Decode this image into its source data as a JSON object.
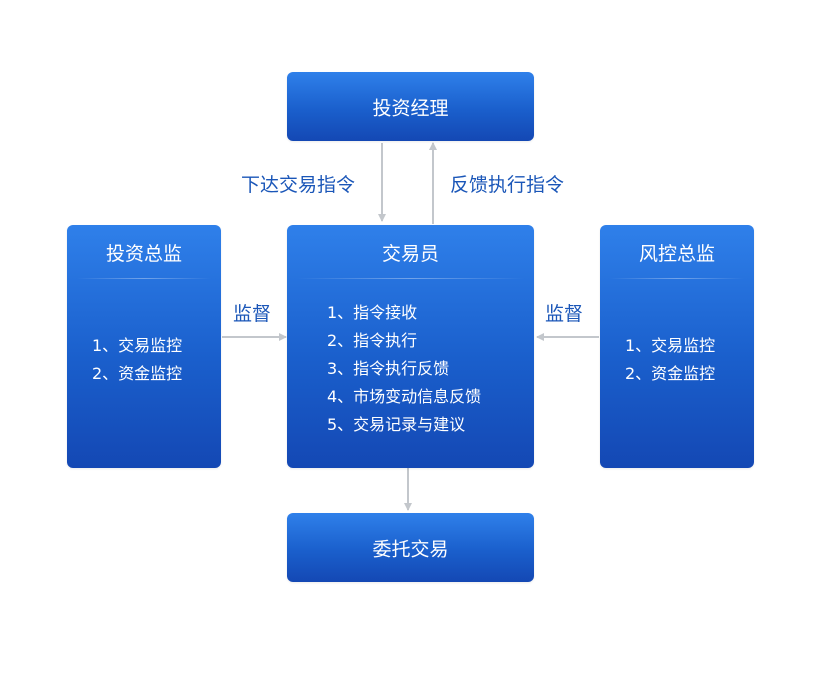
{
  "nodes": {
    "manager": {
      "title": "投资经理"
    },
    "trader": {
      "title": "交易员",
      "items": [
        "1、指令接收",
        "2、指令执行",
        "3、指令执行反馈",
        "4、市场变动信息反馈",
        "5、交易记录与建议"
      ]
    },
    "inv_supervisor": {
      "title": "投资总监",
      "items": [
        "1、交易监控",
        "2、资金监控"
      ]
    },
    "risk_supervisor": {
      "title": "风控总监",
      "items": [
        "1、交易监控",
        "2、资金监控"
      ]
    },
    "entrust": {
      "title": "委托交易"
    }
  },
  "edges": {
    "issue_order": "下达交易指令",
    "feedback": "反馈执行指令",
    "supervise_left": "监督",
    "supervise_right": "监督"
  },
  "colors": {
    "box_top": "#2f80ea",
    "box_bottom": "#1448b4",
    "label": "#1a56b8",
    "arrow": "#c3c7cc"
  }
}
